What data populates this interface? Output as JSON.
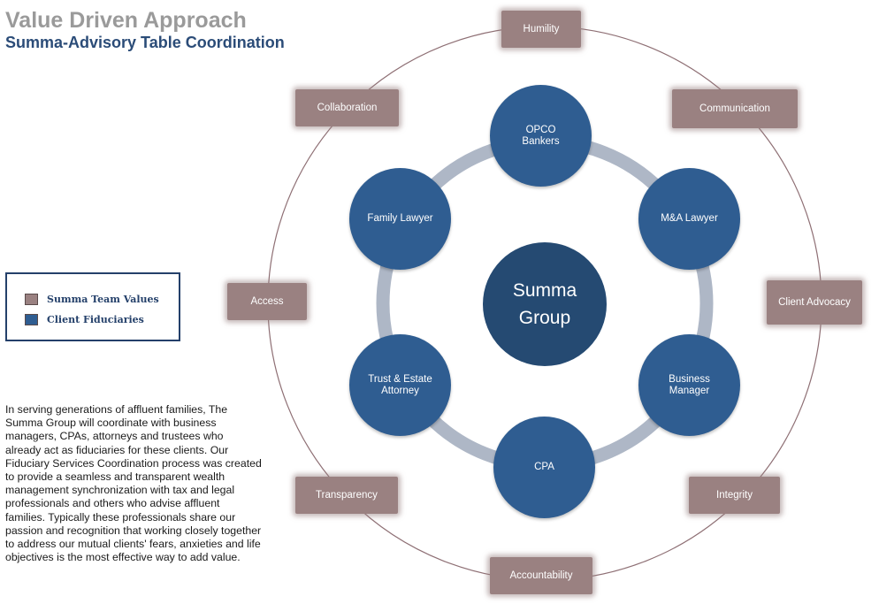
{
  "header": {
    "title": "Value Driven Approach",
    "subtitle": "Summa-Advisory Table Coordination"
  },
  "legend": {
    "items": [
      {
        "label": "Summa Team Values",
        "color": "#9a8181"
      },
      {
        "label": "Client Fiduciaries",
        "color": "#2f5d91"
      }
    ]
  },
  "description": "In serving generations of affluent families, The Summa Group will coordinate with business managers, CPAs, attorneys and trustees who already act as fiduciaries for these clients. Our Fiduciary Services Coordination process was created to provide a seamless and transparent wealth management synchronization with tax and legal professionals and others who advise affluent families. Typically these professionals share our passion and recognition that working closely together to address our mutual clients' fears, anxieties and life objectives is the most effective way to add value.",
  "center": {
    "label": "Summa\nGroup",
    "color": "#254a72"
  },
  "fiduciaries": [
    {
      "label": "OPCO\nBankers"
    },
    {
      "label": "M&A Lawyer"
    },
    {
      "label": "Business\nManager"
    },
    {
      "label": "CPA"
    },
    {
      "label": "Trust & Estate\nAttorney"
    },
    {
      "label": "Family Lawyer"
    }
  ],
  "values": [
    {
      "label": "Humility"
    },
    {
      "label": "Communication"
    },
    {
      "label": "Client Advocacy"
    },
    {
      "label": "Integrity"
    },
    {
      "label": "Accountability"
    },
    {
      "label": "Transparency"
    },
    {
      "label": "Access"
    },
    {
      "label": "Collaboration"
    }
  ],
  "colors": {
    "value_box": "#9a8181",
    "fiduciary_node": "#2f5d91",
    "ring": "#aeb7c6",
    "outer_circle": "#8e6f74"
  }
}
